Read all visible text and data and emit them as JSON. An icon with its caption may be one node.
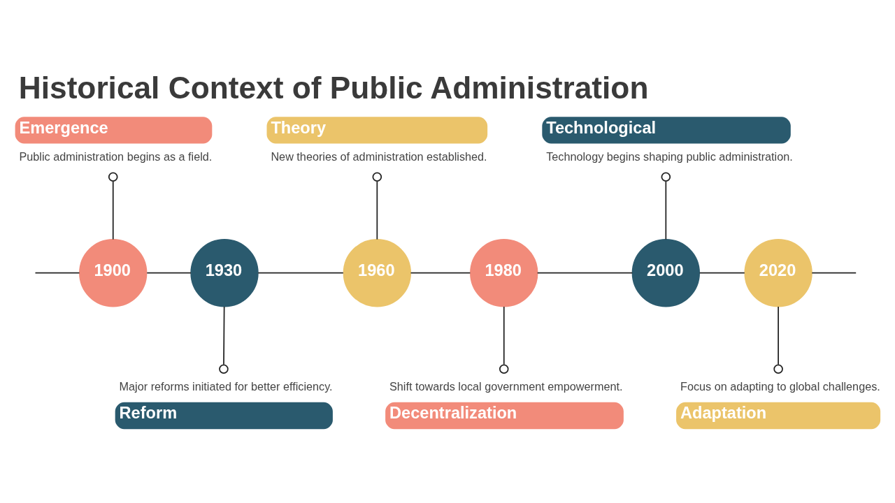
{
  "diagram": {
    "title": "Historical Context of Public Administration",
    "nodes": [
      {
        "text": [
          "1900"
        ]
      },
      {
        "text": [
          "1930"
        ]
      },
      {
        "text": [
          "1960"
        ]
      },
      {
        "text": [
          "1980"
        ]
      },
      {
        "text": [
          "2000"
        ]
      },
      {
        "text": [
          "2020"
        ]
      },
      {
        "text": [
          "Emergence"
        ],
        "beside": [
          "Public administration begins as a field."
        ]
      },
      {
        "text": [
          "Reform"
        ],
        "beside": [
          "Major reforms initiated for better efficiency."
        ]
      },
      {
        "text": [
          "Theory"
        ],
        "beside": [
          "New theories of administration established."
        ]
      },
      {
        "text": [
          "Decentralization"
        ],
        "beside": [
          "Shift towards local government empowerment."
        ]
      },
      {
        "text": [
          "Technological"
        ],
        "beside": [
          "Technology begins shaping public administration."
        ]
      },
      {
        "text": [
          "Adaptation"
        ],
        "beside": [
          "Focus on adapting to global challenges."
        ]
      }
    ],
    "edges": [
      {
        "from": null,
        "to": 0,
        "arrow": "none"
      },
      {
        "from": 0,
        "to": 1,
        "arrow": "none"
      },
      {
        "from": 1,
        "to": 2,
        "arrow": "none"
      },
      {
        "from": 2,
        "to": 3,
        "arrow": "none"
      },
      {
        "from": 3,
        "to": 4,
        "arrow": "none"
      },
      {
        "from": 4,
        "to": 5,
        "arrow": "none"
      },
      {
        "from": 5,
        "to": null,
        "arrow": "none"
      },
      {
        "from": 0,
        "to": 6,
        "arrow": "other"
      },
      {
        "from": 1,
        "to": 7,
        "arrow": "other"
      },
      {
        "from": 2,
        "to": 8,
        "arrow": "other"
      },
      {
        "from": 3,
        "to": 9,
        "arrow": "other"
      },
      {
        "from": 4,
        "to": 10,
        "arrow": "other"
      },
      {
        "from": 5,
        "to": 11,
        "arrow": "other"
      }
    ]
  }
}
